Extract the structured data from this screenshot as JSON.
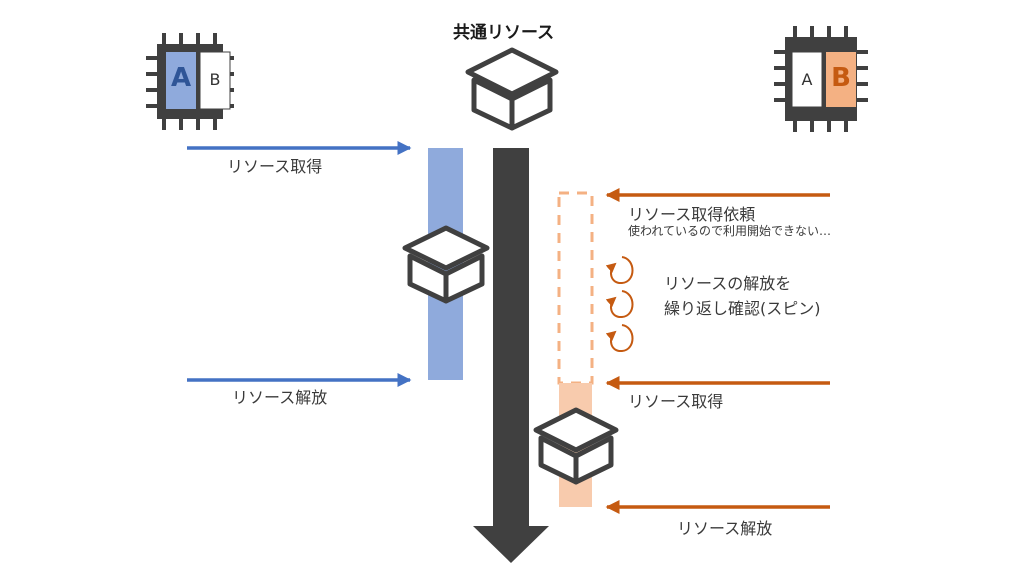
{
  "title": "共通リソース",
  "cpu_a": {
    "core_active": "A",
    "core_inactive": "B"
  },
  "cpu_b": {
    "core_inactive": "A",
    "core_active": "B"
  },
  "left": {
    "acquire": "リソース取得",
    "release": "リソース解放"
  },
  "right": {
    "request": "リソース取得依頼",
    "in_use_note": "使われているので利用開始できない…",
    "spin_line1": "リソースの解放を",
    "spin_line2": "繰り返し確認(スピン)",
    "acquire": "リソース取得",
    "release": "リソース解放"
  },
  "icons": [
    "cpu-chip-icon",
    "box-icon",
    "spin-loop-icon"
  ],
  "colors": {
    "cpu_a": "#4472c4",
    "cpu_a_fill": "#8faadc",
    "cpu_b": "#c55a11",
    "cpu_b_fill": "#f4b183",
    "timeline": "#404040"
  }
}
